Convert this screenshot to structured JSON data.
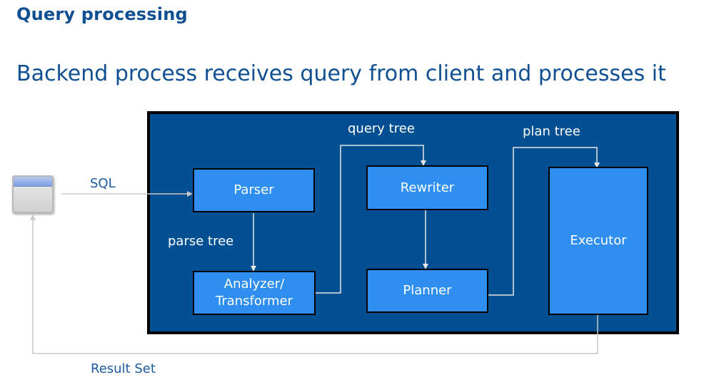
{
  "slide": {
    "title": "Query processing",
    "subtitle": "Backend process receives query from client and processes it"
  },
  "diagram": {
    "nodes": {
      "parser": "Parser",
      "analyzer": "Analyzer/\nTransformer",
      "rewriter": "Rewriter",
      "planner": "Planner",
      "executor": "Executor"
    },
    "edges": {
      "sql": "SQL",
      "parse_tree": "parse tree",
      "query_tree": "query tree",
      "plan_tree": "plan tree",
      "result_set": "Result Set"
    },
    "colors": {
      "title": "#0f4f92",
      "panel": "#024f91",
      "node": "#2e8ff0",
      "wire_inside": "#e6e6e6",
      "wire_outside": "#c9c9c9"
    }
  }
}
